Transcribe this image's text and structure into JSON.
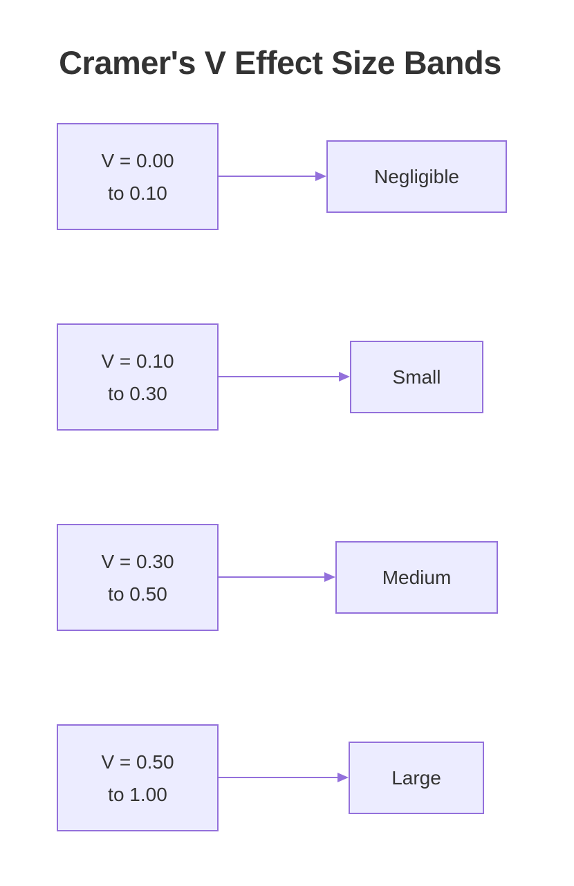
{
  "title": "Cramer's V Effect Size Bands",
  "colors": {
    "background": "#FFFFFF",
    "node_fill": "#ECECFF",
    "node_border": "#9370DB",
    "arrow": "#9370DB",
    "text": "#333333",
    "title_text": "#333333"
  },
  "rows": [
    {
      "range_line1": "V = 0.00",
      "range_line2": "to 0.10",
      "label": "Negligible"
    },
    {
      "range_line1": "V = 0.10",
      "range_line2": "to 0.30",
      "label": "Small"
    },
    {
      "range_line1": "V = 0.30",
      "range_line2": "to 0.50",
      "label": "Medium"
    },
    {
      "range_line1": "V = 0.50",
      "range_line2": "to 1.00",
      "label": "Large"
    }
  ]
}
